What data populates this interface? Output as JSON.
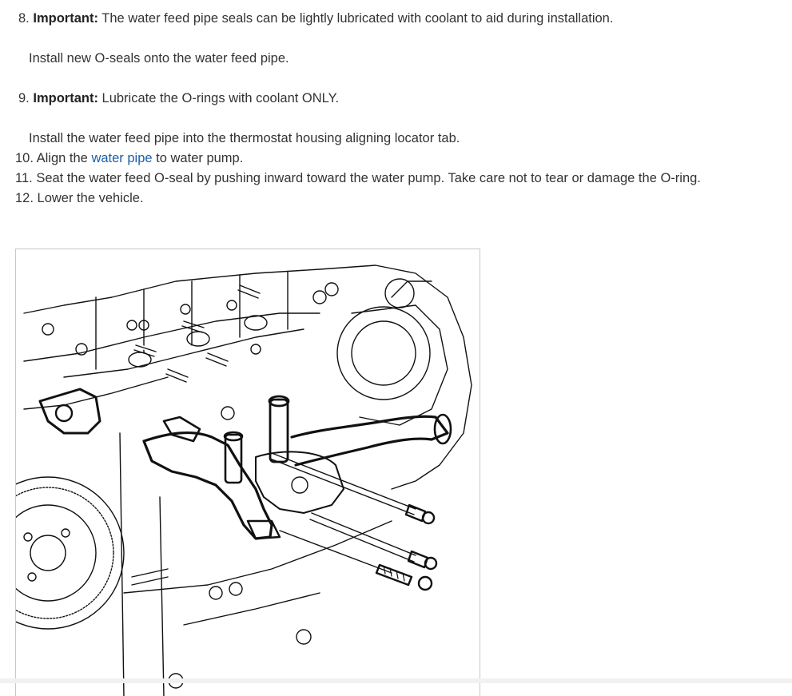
{
  "steps": [
    {
      "number": "8.",
      "important_label": "Important:",
      "important_text": "The water feed pipe seals can be lightly lubricated with coolant to aid during installation.",
      "instruction": "Install new O-seals onto the water feed pipe."
    },
    {
      "number": "9.",
      "important_label": "Important:",
      "important_text": "Lubricate the O-rings with coolant ONLY.",
      "instruction": "Install the water feed pipe into the thermostat housing aligning locator tab."
    },
    {
      "number": "10.",
      "text_before": "Align the",
      "link_text": "water pipe",
      "text_after": "to water pump."
    },
    {
      "number": "11.",
      "text": "Seat the water feed O-seal by pushing inward toward the water pump. Take care not to tear or damage the O-ring."
    },
    {
      "number": "12.",
      "text": "Lower the vehicle."
    }
  ],
  "colors": {
    "text": "#333333",
    "link": "#1a5fa8",
    "frame_border": "#c8c8c8"
  }
}
